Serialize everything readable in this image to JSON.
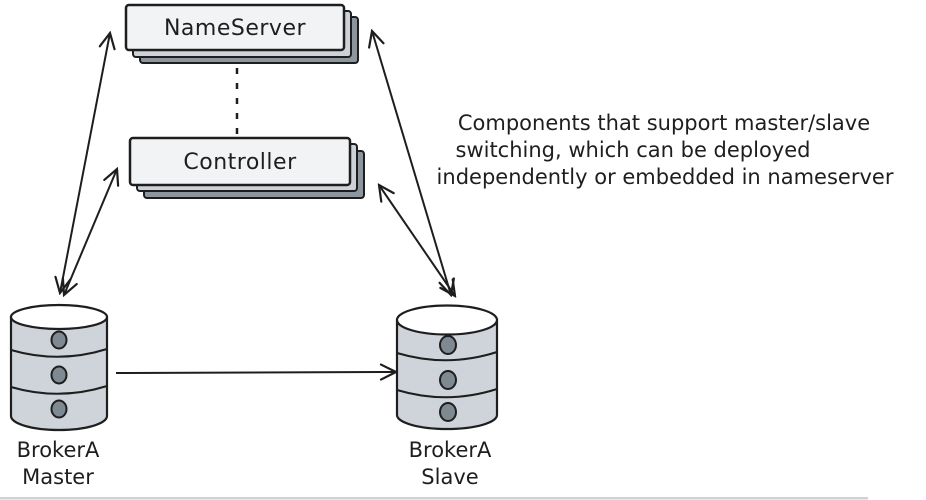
{
  "diagram": {
    "background_color": "#ffffff",
    "stroke_color": "#1e1e1e",
    "nodes": {
      "nameserver": {
        "label": "NameServer",
        "fill": "#f1f3f5",
        "stack_mid_fill": "#ccd2d8",
        "stack_back_fill": "#8d959d"
      },
      "controller": {
        "label": "Controller",
        "fill": "#f1f3f5",
        "stack_mid_fill": "#ccd2d8",
        "stack_back_fill": "#8d959d"
      },
      "broker_master": {
        "name": "BrokerA",
        "role": "Master",
        "fill": "#ced4da",
        "top_fill": "#ffffff",
        "dot_fill": "#7f8992"
      },
      "broker_slave": {
        "name": "BrokerA",
        "role": "Slave",
        "fill": "#ced4da",
        "top_fill": "#ffffff",
        "dot_fill": "#7f8992"
      }
    },
    "annotation": {
      "lines": [
        "Components that support master/slave",
        "switching, which can be deployed",
        "independently or embedded in nameserver"
      ]
    },
    "edges": [
      {
        "from": "broker-master",
        "to": "nameserver",
        "type": "double-arrow"
      },
      {
        "from": "broker-master",
        "to": "controller",
        "type": "double-arrow"
      },
      {
        "from": "broker-slave",
        "to": "nameserver",
        "type": "double-arrow"
      },
      {
        "from": "broker-slave",
        "to": "controller",
        "type": "double-arrow"
      },
      {
        "from": "broker-master",
        "to": "broker-slave",
        "type": "arrow"
      },
      {
        "from": "nameserver",
        "to": "controller",
        "type": "dashed-line"
      }
    ]
  }
}
